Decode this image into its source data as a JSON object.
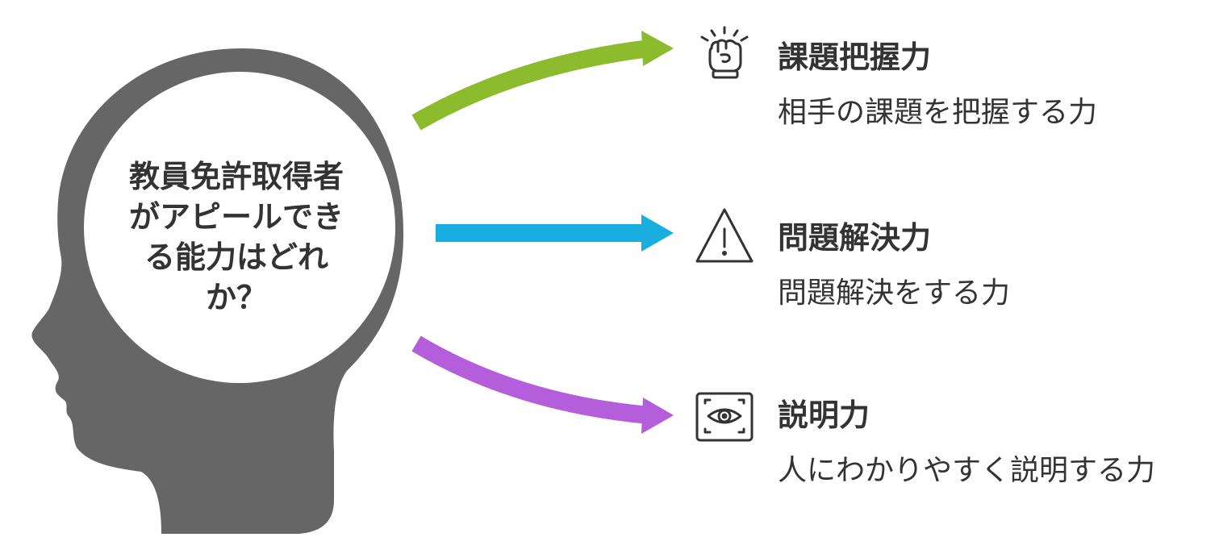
{
  "center": {
    "lines": [
      "教員免許取得者",
      "がアピールでき",
      "る能力はどれ",
      "か？"
    ]
  },
  "items": [
    {
      "title": "課題把握力",
      "description": "相手の課題を把握する力",
      "icon": "fist-icon",
      "arrow_color": "#8DBB2E"
    },
    {
      "title": "問題解決力",
      "description": "問題解決をする力",
      "icon": "warning-icon",
      "arrow_color": "#19ADE0"
    },
    {
      "title": "説明力",
      "description": "人にわかりやすく説明する力",
      "icon": "eye-frame-icon",
      "arrow_color": "#B45EDC"
    }
  ],
  "colors": {
    "head": "#666666",
    "text": "#333333"
  }
}
